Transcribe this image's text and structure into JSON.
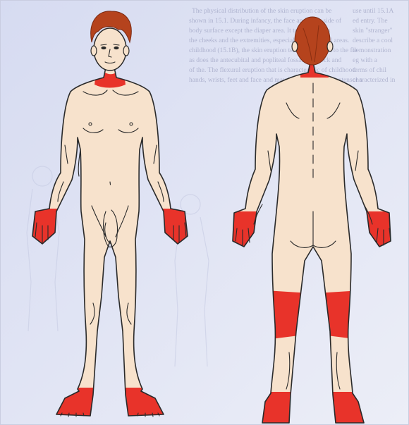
{
  "colors": {
    "page_background": "#dfe3f3",
    "skin": "#f7e2cc",
    "outline": "#2a2a2a",
    "hair": "#b5431d",
    "affected": "#e8332a",
    "faded_text": "#8a8fb3"
  },
  "background_text": {
    "lines_right_column": [
      "The physical distribution of the skin eruption can be",
      "shown in 15.1. During infancy, the face and outer side of",
      "body surface except the diaper area. It tends to be on",
      "the cheeks and the extremities, especially the flexural areas.",
      "childhood (15.1B), the skin eruption tends to localize to the fle",
      "as does the antecubital and popliteal fossae, the neck and",
      "of the. The flexural eruption that is characteristic of childhood",
      "hands, wrists, feet and face and may involve the trunk extensor s"
    ],
    "lines_far_right": [
      "use until 15.1A",
      "ed entry. The",
      "skin \"stranger\"",
      "describe a cool",
      "demonstration",
      "eg with a",
      "terms of chil",
      "characterized in"
    ]
  },
  "figure": {
    "views": [
      "front",
      "back"
    ],
    "front_affected_regions": [
      "neck",
      "left-hand",
      "right-hand",
      "left-foot",
      "right-foot"
    ],
    "back_affected_regions": [
      "neck",
      "left-hand",
      "right-hand",
      "left-knee-band",
      "right-knee-band",
      "left-foot",
      "right-foot"
    ]
  }
}
